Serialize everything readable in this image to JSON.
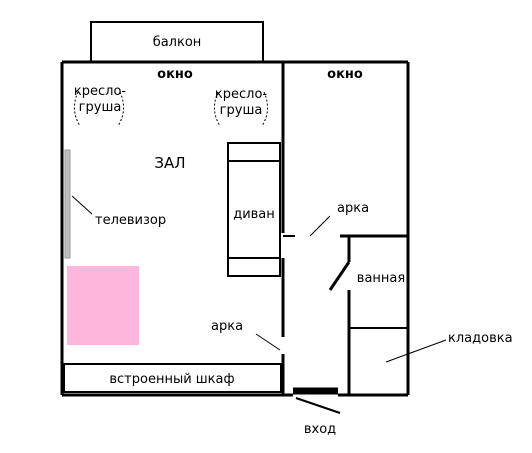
{
  "labels": {
    "balcony": "балкон",
    "window_left": "окно",
    "window_right": "окно",
    "beanbag": [
      "кресло-",
      "груша"
    ],
    "hall": "ЗАЛ",
    "sofa": "диван",
    "tv": "телевизор",
    "arch_top": "арка",
    "arch_bottom": "арка",
    "bathroom": "ванная",
    "storage": "кладовка",
    "wardrobe": "встроенный шкаф",
    "entrance": "вход"
  },
  "colors": {
    "wall": "#000000",
    "tv": "#c0c0c0",
    "carpet": "#ffb6dc"
  }
}
